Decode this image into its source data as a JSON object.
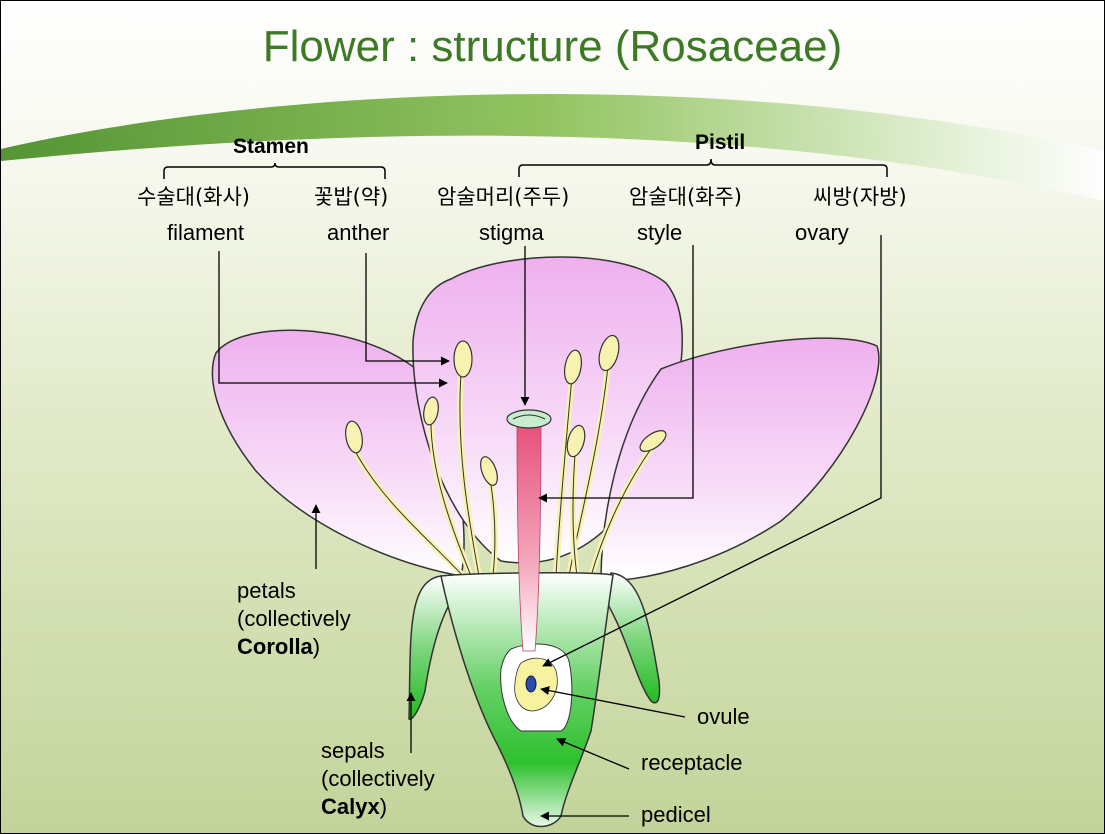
{
  "title": "Flower : structure (Rosaceae)",
  "groups": {
    "stamen": "Stamen",
    "pistil": "Pistil"
  },
  "labels": {
    "filament_kr": "수술대(화사)",
    "filament": "filament",
    "anther_kr": "꽃밥(약)",
    "anther": "anther",
    "stigma_kr": "암술머리(주두)",
    "stigma": "stigma",
    "style_kr": "암술대(화주)",
    "style": "style",
    "ovary_kr": "씨방(자방)",
    "ovary": "ovary",
    "petals_line1": "petals",
    "petals_line2": "(collectively",
    "petals_term": "Corolla",
    "petals_close": ")",
    "sepals_line1": "sepals",
    "sepals_line2": "(collectively",
    "sepals_term": "Calyx",
    "sepals_close": ")",
    "ovule": "ovule",
    "receptacle": "receptacle",
    "pedicel": "pedicel"
  },
  "colors": {
    "title": "#3e7a26",
    "petal": "#f0b4f0",
    "stamen": "#f7f2b0",
    "style": "#e8647e",
    "sepal": "#3cc43c"
  }
}
